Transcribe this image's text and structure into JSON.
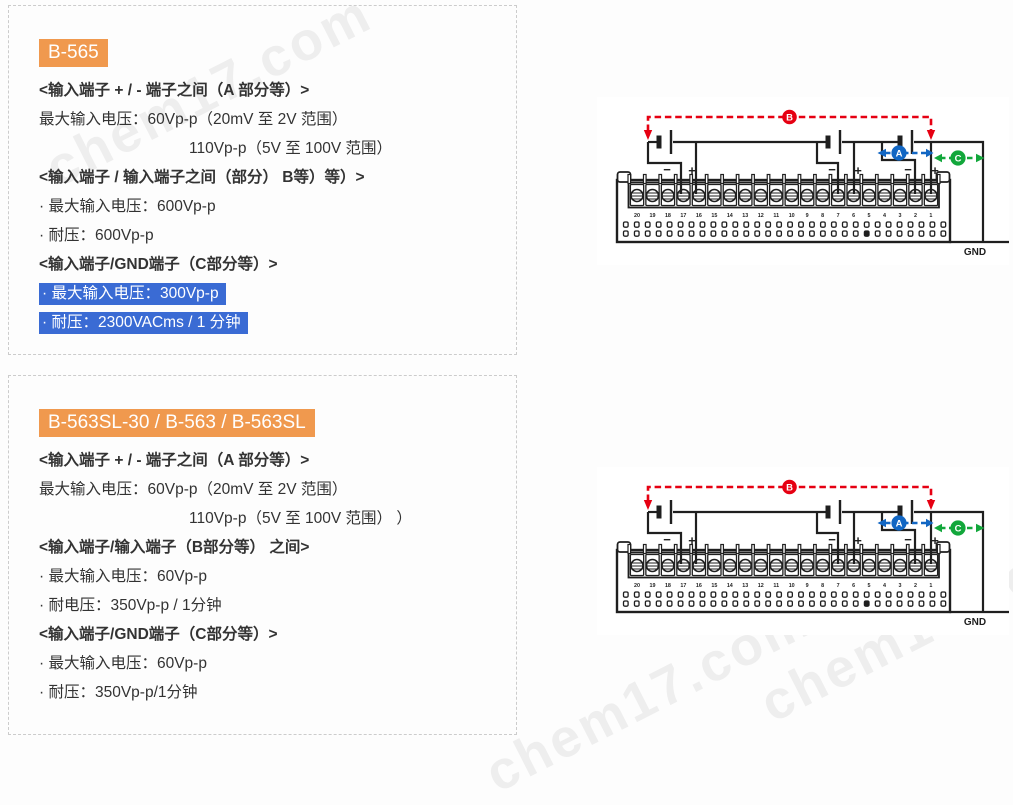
{
  "page": {
    "watermark": "chem17.com"
  },
  "colors": {
    "badge_bg": "#f0994e",
    "highlight_bg": "#3a6bd4",
    "text": "#333333",
    "panel_border": "#cccccc"
  },
  "sections": [
    {
      "badge": "B-565",
      "lines": [
        {
          "type": "heading",
          "text": "<输入端子 + / - 端子之间（A 部分等）>"
        },
        {
          "type": "normal",
          "text": "最大输入电压：60Vp-p（20mV 至 2V 范围）"
        },
        {
          "type": "indent",
          "text": "110Vp-p（5V 至 100V 范围）"
        },
        {
          "type": "heading",
          "text": "<输入端子 / 输入端子之间（部分） B等）等）>"
        },
        {
          "type": "normal",
          "text": "· 最大输入电压：600Vp-p"
        },
        {
          "type": "normal",
          "text": "· 耐压：600Vp-p"
        },
        {
          "type": "heading",
          "text": "<输入端子/GND端子（C部分等）>"
        },
        {
          "type": "highlight",
          "text": "· 最大输入电压：300Vp-p"
        },
        {
          "type": "highlight",
          "text": "· 耐压：2300VACms / 1 分钟"
        }
      ]
    },
    {
      "badge": "B-563SL-30 / B-563 / B-563SL",
      "lines": [
        {
          "type": "heading",
          "text": "<输入端子 + / - 端子之间（A 部分等）>"
        },
        {
          "type": "normal",
          "text": "最大输入电压：60Vp-p（20mV 至 2V 范围）"
        },
        {
          "type": "indent",
          "text": "110Vp-p（5V 至 100V 范围） ）"
        },
        {
          "type": "heading",
          "text": "<输入端子/输入端子（B部分等） 之间>"
        },
        {
          "type": "normal",
          "text": "· 最大输入电压：60Vp-p"
        },
        {
          "type": "normal",
          "text": "· 耐电压：350Vp-p / 1分钟"
        },
        {
          "type": "heading",
          "text": "<输入端子/GND端子（C部分等）>"
        },
        {
          "type": "normal",
          "text": "· 最大输入电压：60Vp-p"
        },
        {
          "type": "normal",
          "text": "· 耐压：350Vp-p/1分钟"
        }
      ]
    }
  ],
  "diagram": {
    "labels": {
      "b": "B",
      "a": "A",
      "c": "C",
      "gnd": "GND",
      "minus": "−",
      "plus": "+"
    },
    "terminal_numbers": [
      "20",
      "19",
      "18",
      "17",
      "16",
      "15",
      "14",
      "13",
      "12",
      "11",
      "10",
      "9",
      "8",
      "7",
      "6",
      "5",
      "4",
      "3",
      "2",
      "1"
    ],
    "colors": {
      "line": "#1f1f1f",
      "red": "#e60012",
      "blue": "#1166c3",
      "green": "#12a73b"
    }
  }
}
